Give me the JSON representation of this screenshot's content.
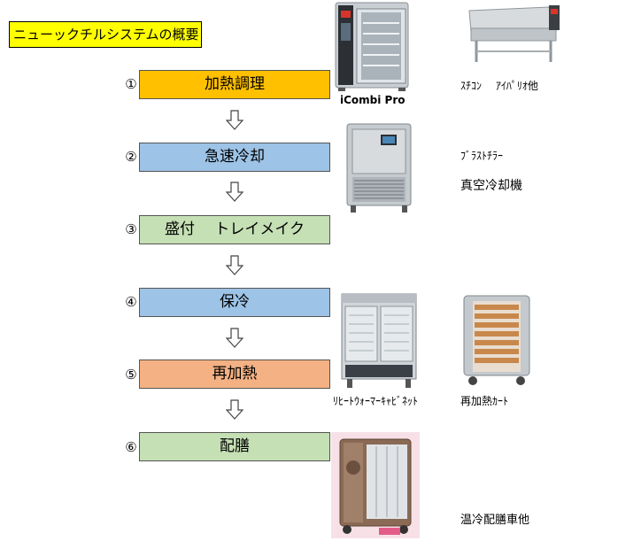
{
  "title": "ニューックチルシステムの概要",
  "steps": [
    {
      "num": "①",
      "label": "加熱調理",
      "color": "#ffc000"
    },
    {
      "num": "②",
      "label": "急速冷却",
      "color": "#9dc3e6"
    },
    {
      "num": "③",
      "label": "盛付　 トレイメイク",
      "color": "#c5e0b4"
    },
    {
      "num": "④",
      "label": "保冷",
      "color": "#9dc3e6"
    },
    {
      "num": "⑤",
      "label": "再加熱",
      "color": "#f4b183"
    },
    {
      "num": "⑥",
      "label": "配膳",
      "color": "#c5e0b4"
    }
  ],
  "equipment": {
    "combi_brand": "iCombi Pro",
    "steam_label": "ｽﾁｺﾝ　 ｱｲﾊﾟﾘｵ他",
    "blast_label": "ﾌﾞﾗｽﾄﾁﾗｰ",
    "vacuum_label": "真空冷却機",
    "reheat_cabinet_label": "ﾘﾋｰﾄｳｫｰﾏｰｷｬﾋﾞﾈｯﾄ",
    "reheat_cart_label": "再加熱ｶｰﾄ",
    "delivery_label": "温冷配膳車他"
  }
}
